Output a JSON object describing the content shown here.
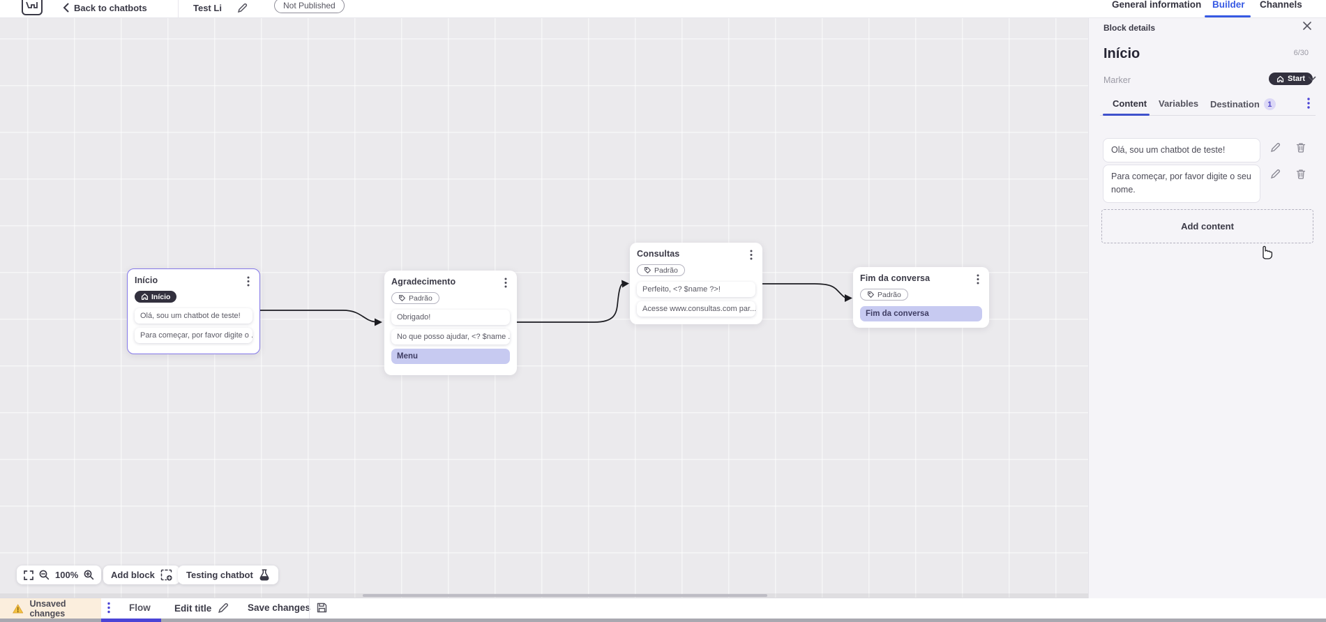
{
  "topbar": {
    "back_label": "Back to chatbots",
    "title": "Test Li",
    "status_badge": "Not Published",
    "tabs": {
      "general": "General information",
      "builder": "Builder",
      "channels": "Channels"
    }
  },
  "panel": {
    "header": "Block details",
    "block_title": "Início",
    "char_counter": "6/30",
    "marker_label": "Marker",
    "marker_value": "Start",
    "tabs": {
      "content": "Content",
      "variables": "Variables",
      "destination": "Destination",
      "destination_count": "1"
    },
    "messages": [
      {
        "text": "Olá, sou um chatbot de teste!"
      },
      {
        "text": "Para começar, por favor digite o seu nome."
      }
    ],
    "add_content_label": "Add content"
  },
  "flow": {
    "blocks": [
      {
        "title": "Início",
        "marker": "Início",
        "rows": [
          {
            "text": "Olá, sou um chatbot de teste!"
          },
          {
            "text": "Para começar, por favor digite o ..."
          }
        ]
      },
      {
        "title": "Agradecimento",
        "tag": "Padrão",
        "rows": [
          {
            "text": "Obrigado!"
          },
          {
            "text": "No que posso ajudar, <? $name ..."
          },
          {
            "text": "Menu"
          }
        ]
      },
      {
        "title": "Consultas",
        "tag": "Padrão",
        "rows": [
          {
            "text": "Perfeito, <? $name ?>!"
          },
          {
            "text": "Acesse www.consultas.com par..."
          }
        ]
      },
      {
        "title": "Fim da conversa",
        "tag": "Padrão",
        "rows": [
          {
            "text": "Fim da conversa"
          }
        ]
      }
    ]
  },
  "controls": {
    "zoom_value": "100%",
    "add_block_label": "Add block",
    "testing_label": "Testing chatbot"
  },
  "bottombar": {
    "unsaved_label": "Unsaved changes",
    "flow_tab": "Flow",
    "edit_title_label": "Edit title",
    "save_label": "Save changes"
  },
  "colors": {
    "accent_blue": "#3659e3",
    "accent_indigo": "#4b44d6",
    "selected_border": "#8377e8",
    "dark_pill": "#32303e",
    "action_row": "#c7caf1",
    "warning_bg": "#fbeedd"
  }
}
